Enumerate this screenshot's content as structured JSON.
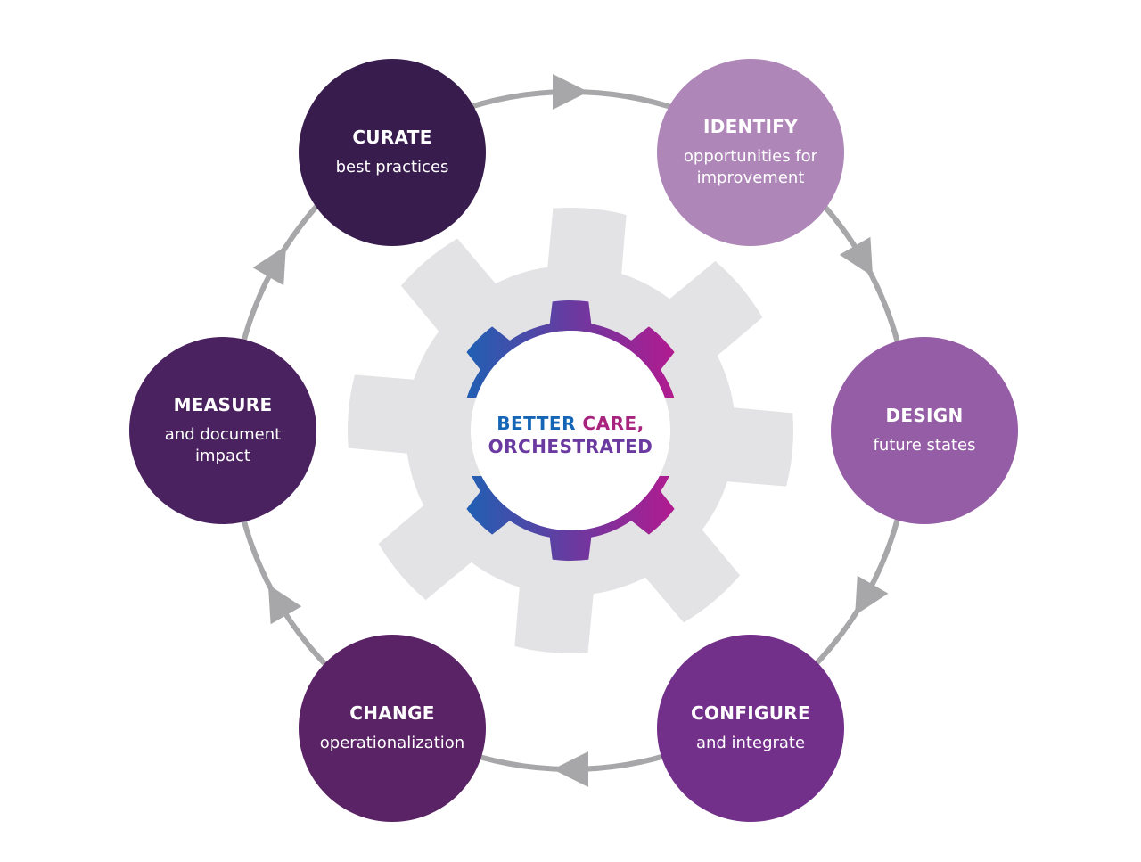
{
  "center": {
    "line1_a": "BETTER",
    "line1_b": " CARE,",
    "line2": "ORCHESTRATED"
  },
  "colors": {
    "gear_gray": "#e3e3e5",
    "ring_gray": "#a7a7a9",
    "gradient_blue": "#1565b6",
    "gradient_purple": "#6a3aa0",
    "gradient_magenta": "#c0148c"
  },
  "steps": [
    {
      "key": "curate",
      "title": "CURATE",
      "subtitle": "best practices",
      "color": "#381c4e"
    },
    {
      "key": "identify",
      "title": "IDENTIFY",
      "subtitle": "opportunities for\nimprovement",
      "color": "#ae86b8"
    },
    {
      "key": "design",
      "title": "DESIGN",
      "subtitle": "future states",
      "color": "#955da5"
    },
    {
      "key": "configure",
      "title": "CONFIGURE",
      "subtitle": "and integrate",
      "color": "#73308b"
    },
    {
      "key": "change",
      "title": "CHANGE",
      "subtitle": "operationalization",
      "color": "#5a2365"
    },
    {
      "key": "measure",
      "title": "MEASURE",
      "subtitle": "and document\nimpact",
      "color": "#4b2260"
    }
  ]
}
